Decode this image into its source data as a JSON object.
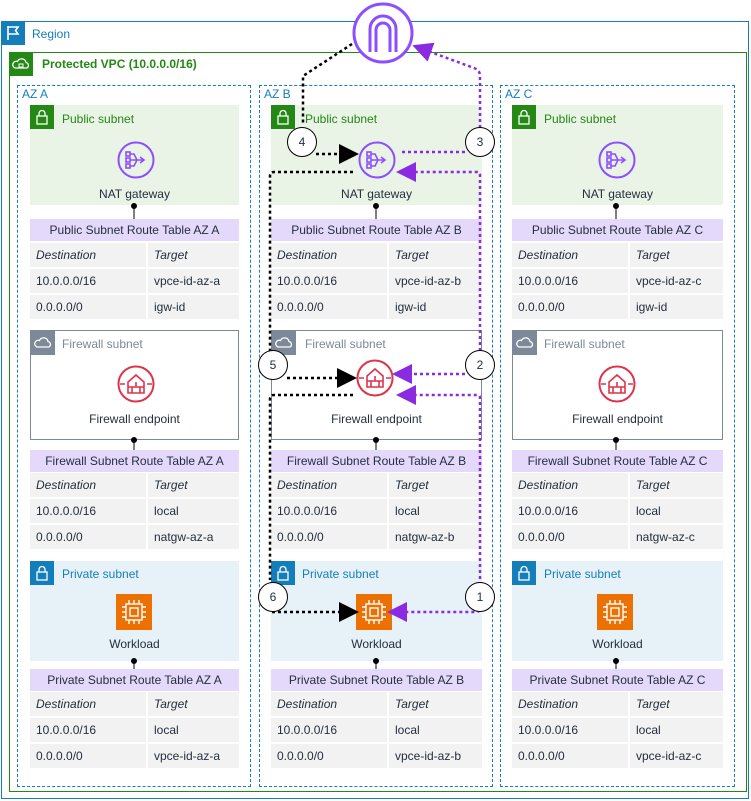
{
  "region": {
    "label": "Region"
  },
  "vpc": {
    "label": "Protected VPC (10.0.0.0/16)"
  },
  "azs": [
    {
      "label": "AZ A",
      "public_subnet": {
        "label": "Public subnet",
        "node": "NAT gateway"
      },
      "public_rt": {
        "title": "Public Subnet Route Table AZ A",
        "headers": [
          "Destination",
          "Target"
        ],
        "rows": [
          [
            "10.0.0.0/16",
            "vpce-id-az-a"
          ],
          [
            "0.0.0.0/0",
            "igw-id"
          ]
        ]
      },
      "firewall_subnet": {
        "label": "Firewall subnet",
        "node": "Firewall endpoint"
      },
      "firewall_rt": {
        "title": "Firewall Subnet Route Table AZ A",
        "headers": [
          "Destination",
          "Target"
        ],
        "rows": [
          [
            "10.0.0.0/16",
            "local"
          ],
          [
            "0.0.0.0/0",
            "natgw-az-a"
          ]
        ]
      },
      "private_subnet": {
        "label": "Private subnet",
        "node": "Workload"
      },
      "private_rt": {
        "title": "Private Subnet Route Table AZ A",
        "headers": [
          "Destination",
          "Target"
        ],
        "rows": [
          [
            "10.0.0.0/16",
            "local"
          ],
          [
            "0.0.0.0/0",
            "vpce-id-az-a"
          ]
        ]
      }
    },
    {
      "label": "AZ B",
      "public_subnet": {
        "label": "Public subnet",
        "node": "NAT gateway"
      },
      "public_rt": {
        "title": "Public Subnet Route Table AZ B",
        "headers": [
          "Destination",
          "Target"
        ],
        "rows": [
          [
            "10.0.0.0/16",
            "vpce-id-az-b"
          ],
          [
            "0.0.0.0/0",
            "igw-id"
          ]
        ]
      },
      "firewall_subnet": {
        "label": "Firewall subnet",
        "node": "Firewall endpoint"
      },
      "firewall_rt": {
        "title": "Firewall Subnet Route Table AZ B",
        "headers": [
          "Destination",
          "Target"
        ],
        "rows": [
          [
            "10.0.0.0/16",
            "local"
          ],
          [
            "0.0.0.0/0",
            "natgw-az-b"
          ]
        ]
      },
      "private_subnet": {
        "label": "Private subnet",
        "node": "Workload"
      },
      "private_rt": {
        "title": "Private Subnet Route Table AZ B",
        "headers": [
          "Destination",
          "Target"
        ],
        "rows": [
          [
            "10.0.0.0/16",
            "local"
          ],
          [
            "0.0.0.0/0",
            "vpce-id-az-b"
          ]
        ]
      }
    },
    {
      "label": "AZ C",
      "public_subnet": {
        "label": "Public subnet",
        "node": "NAT gateway"
      },
      "public_rt": {
        "title": "Public Subnet Route Table AZ C",
        "headers": [
          "Destination",
          "Target"
        ],
        "rows": [
          [
            "10.0.0.0/16",
            "vpce-id-az-c"
          ],
          [
            "0.0.0.0/0",
            "igw-id"
          ]
        ]
      },
      "firewall_subnet": {
        "label": "Firewall subnet",
        "node": "Firewall endpoint"
      },
      "firewall_rt": {
        "title": "Firewall Subnet Route Table AZ C",
        "headers": [
          "Destination",
          "Target"
        ],
        "rows": [
          [
            "10.0.0.0/16",
            "local"
          ],
          [
            "0.0.0.0/0",
            "natgw-az-c"
          ]
        ]
      },
      "private_subnet": {
        "label": "Private subnet",
        "node": "Workload"
      },
      "private_rt": {
        "title": "Private Subnet Route Table AZ C",
        "headers": [
          "Destination",
          "Target"
        ],
        "rows": [
          [
            "10.0.0.0/16",
            "local"
          ],
          [
            "0.0.0.0/0",
            "vpce-id-az-c"
          ]
        ]
      }
    }
  ],
  "steps": [
    "1",
    "2",
    "3",
    "4",
    "5",
    "6"
  ],
  "colors": {
    "region": "#147eba",
    "vpc": "#248814",
    "public_bg": "#e9f3e6",
    "private_bg": "#e6f2f8",
    "route_table_header": "#e5d9fb",
    "nat": "#8c4fff",
    "igw": "#8c4fff",
    "firewall": "#dd344c",
    "workload": "#ed7100",
    "outbound_arrow": "#8a2be2",
    "return_arrow": "#000000"
  },
  "icons": [
    "region-flag-icon",
    "vpc-cloud-icon",
    "subnet-lock-icon",
    "firewall-subnet-cloud-icon",
    "nat-gateway-icon",
    "firewall-endpoint-icon",
    "ec2-workload-icon",
    "internet-gateway-icon"
  ]
}
